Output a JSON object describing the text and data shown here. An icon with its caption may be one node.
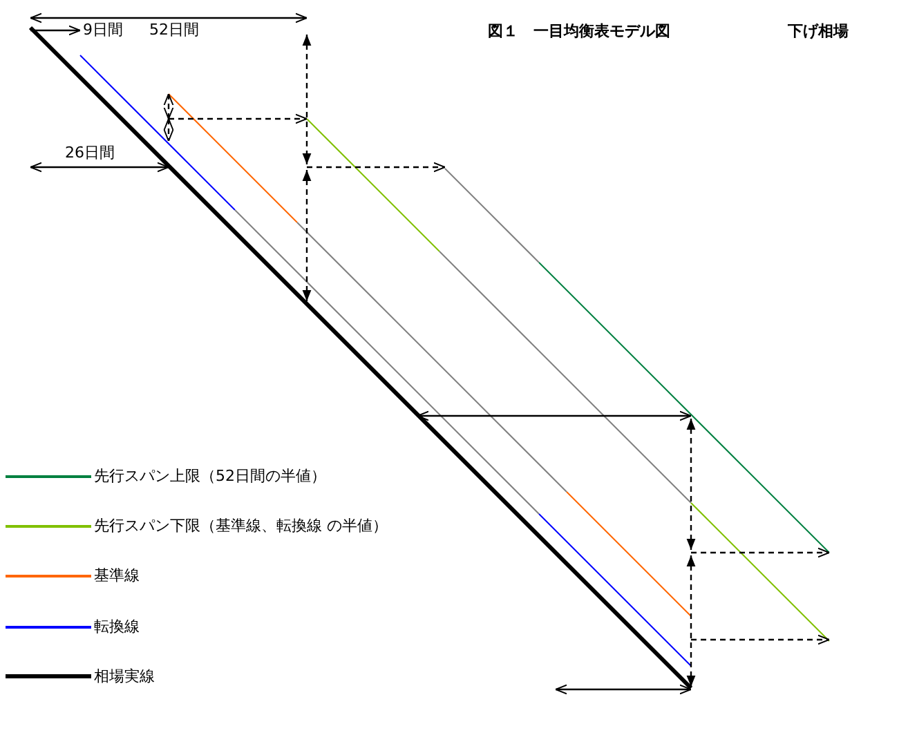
{
  "diagram": {
    "title": "図１　一目均衡表モデル図",
    "labels": [
      "9日間",
      "52日間",
      "26日間",
      "下げ相場"
    ],
    "legend": [
      {
        "text": "先行スパン上限（52日間の半値）",
        "color": "#008040"
      },
      {
        "text": "先行スパン下限（基準線、転換線 の半値）",
        "color": "#80c000"
      },
      {
        "text": "基準線",
        "color": "#ff6600"
      },
      {
        "text": "転換線",
        "color": "#0000ff"
      },
      {
        "text": "相場実線",
        "color": "#000000"
      }
    ]
  }
}
